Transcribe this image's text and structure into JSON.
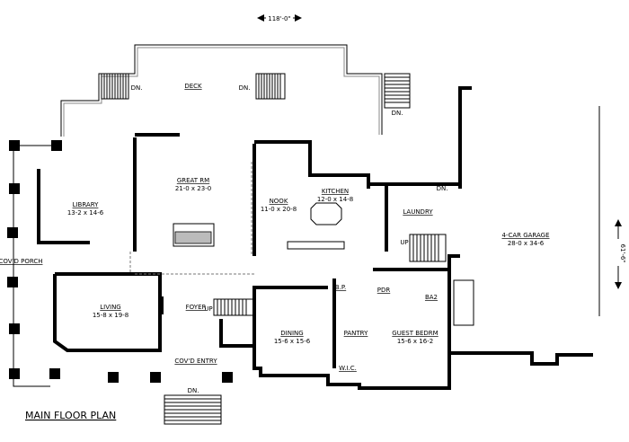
{
  "title": "MAIN FLOOR PLAN",
  "dimensions": {
    "width": "118'-0\"",
    "depth": "61'-6\""
  },
  "rooms": [
    {
      "name": "DECK",
      "size": ""
    },
    {
      "name": "GREAT RM",
      "size": "21-0 x 23-0"
    },
    {
      "name": "LIBRARY",
      "size": "13-2 x 14-6"
    },
    {
      "name": "NOOK",
      "size": "11-0 x 20-8"
    },
    {
      "name": "KITCHEN",
      "size": "12-0 x 14-8"
    },
    {
      "name": "LAUNDRY",
      "size": ""
    },
    {
      "name": "4-CAR GARAGE",
      "size": "28-0 x 34-6"
    },
    {
      "name": "LIVING",
      "size": "15-8 x 19-8"
    },
    {
      "name": "FOYER",
      "size": ""
    },
    {
      "name": "DINING",
      "size": "15-6 x 15-6"
    },
    {
      "name": "PANTRY",
      "size": ""
    },
    {
      "name": "GUEST BEDRM",
      "size": "15-6 x 16-2"
    },
    {
      "name": "COV'D PORCH",
      "size": ""
    },
    {
      "name": "COV'D ENTRY",
      "size": ""
    }
  ],
  "small_labels": {
    "bp": "B.P.",
    "pdr": "PDR",
    "ba2": "BA2",
    "wic": "W.I.C."
  },
  "stairs": {
    "dn": "DN.",
    "up": "UP"
  }
}
